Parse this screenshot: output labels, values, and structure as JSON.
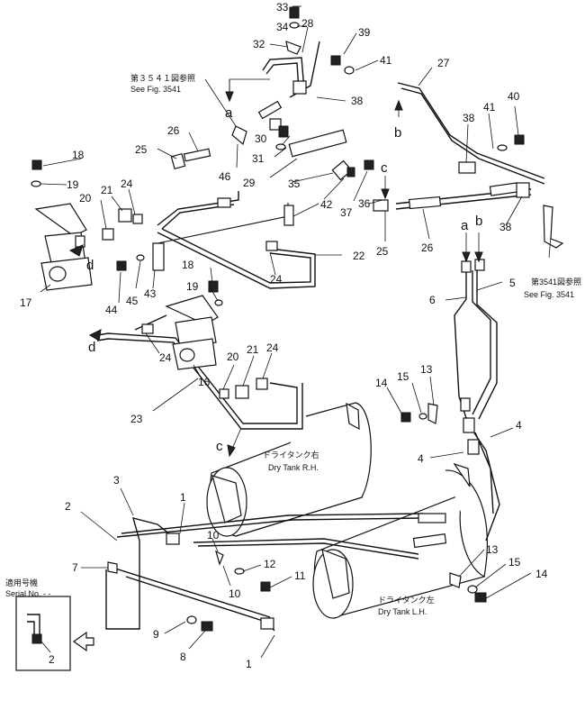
{
  "labels": {
    "n1a": "1",
    "n1b": "1",
    "n2a": "2",
    "n2b": "2",
    "n3": "3",
    "n4a": "4",
    "n4b": "4",
    "n5": "5",
    "n6": "6",
    "n7": "7",
    "n8": "8",
    "n9": "9",
    "n10a": "10",
    "n10b": "10",
    "n11": "11",
    "n12": "12",
    "n13a": "13",
    "n13b": "13",
    "n14a": "14",
    "n14b": "14",
    "n15a": "15",
    "n15b": "15",
    "n16": "16",
    "n17": "17",
    "n18a": "18",
    "n18b": "18",
    "n19a": "19",
    "n19b": "19",
    "n20a": "20",
    "n20b": "20",
    "n21a": "21",
    "n21b": "21",
    "n22": "22",
    "n23": "23",
    "n24a": "24",
    "n24b": "24",
    "n24c": "24",
    "n24d": "24",
    "n25a": "25",
    "n25b": "25",
    "n26a": "26",
    "n26b": "26",
    "n27": "27",
    "n28": "28",
    "n29": "29",
    "n30": "30",
    "n31": "31",
    "n32": "32",
    "n33": "33",
    "n34": "34",
    "n35": "35",
    "n36": "36",
    "n37": "37",
    "n38a": "38",
    "n38b": "38",
    "n38c": "38",
    "n39": "39",
    "n40": "40",
    "n41a": "41",
    "n41b": "41",
    "n42": "42",
    "n43": "43",
    "n44": "44",
    "n45": "45",
    "n46": "46"
  },
  "letters": {
    "a_top": "a",
    "a_right": "a",
    "b_top": "b",
    "b_right": "b",
    "c_top": "c",
    "c_bottom": "c",
    "d_left": "d",
    "d_lower": "d"
  },
  "notes": {
    "ref_jp_1": "第３５４１図参照",
    "ref_en_1": "See Fig. 3541",
    "ref_jp_2": "第3541図参照",
    "ref_en_2": "See Fig. 3541",
    "tank_rh_jp": "ドライタンク右",
    "tank_rh_en": "Dry Tank R.H.",
    "tank_lh_jp": "ドライタンク左",
    "tank_lh_en": "Dry Tank L.H.",
    "serial_jp": "適用号機",
    "serial_en": "Serial No. - -"
  }
}
